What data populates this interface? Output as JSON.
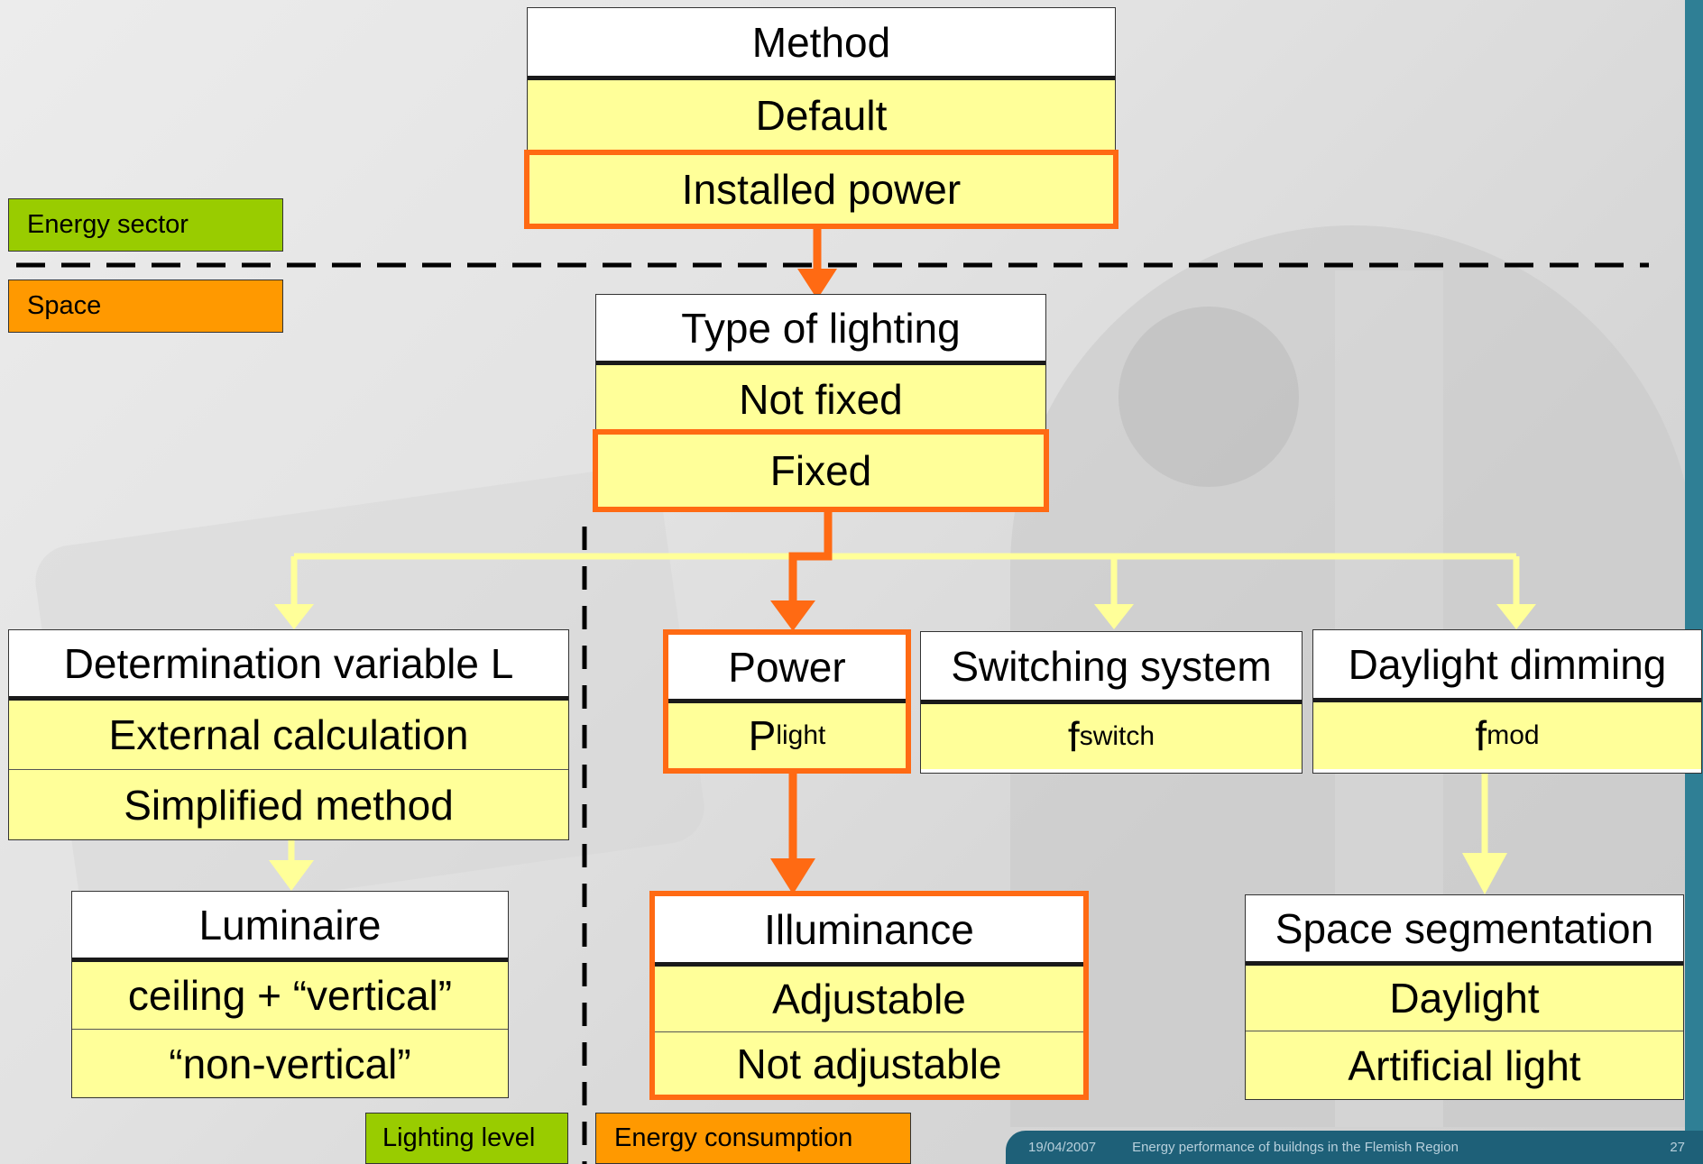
{
  "method": {
    "head": "Method",
    "options": [
      "Default"
    ],
    "selected": "Installed power"
  },
  "type_of_lighting": {
    "head": "Type of lighting",
    "options": [
      "Not fixed"
    ],
    "selected": "Fixed"
  },
  "determination": {
    "head": "Determination variable L",
    "options": [
      "External calculation",
      "Simplified method"
    ]
  },
  "luminaire": {
    "head": "Luminaire",
    "options": [
      "ceiling + “vertical”",
      "“non-vertical”"
    ]
  },
  "power": {
    "head": "Power",
    "value_main": "P",
    "value_sub": "light"
  },
  "switching": {
    "head": "Switching system",
    "value_main": "f",
    "value_sub": "switch"
  },
  "daylight_dimming": {
    "head": "Daylight dimming",
    "value_main": "f",
    "value_sub": "mod"
  },
  "illuminance": {
    "head": "Illuminance",
    "options": [
      "Adjustable",
      "Not adjustable"
    ]
  },
  "space_segmentation": {
    "head": "Space segmentation",
    "options": [
      "Daylight",
      "Artificial light"
    ]
  },
  "tags": {
    "energy_sector": "Energy sector",
    "space": "Space",
    "lighting_level": "Lighting level",
    "energy_consumption": "Energy consumption"
  },
  "footer": {
    "date": "19/04/2007",
    "title": "Energy performance of buildngs in the Flemish Region",
    "page": "27"
  },
  "colors": {
    "highlight": "#ff6a13",
    "option_fill": "#ffff99",
    "flow_arrow": "#ffff99",
    "tag_green": "#99cc00",
    "tag_orange": "#ff9900",
    "footer_bar": "#1e6078"
  }
}
